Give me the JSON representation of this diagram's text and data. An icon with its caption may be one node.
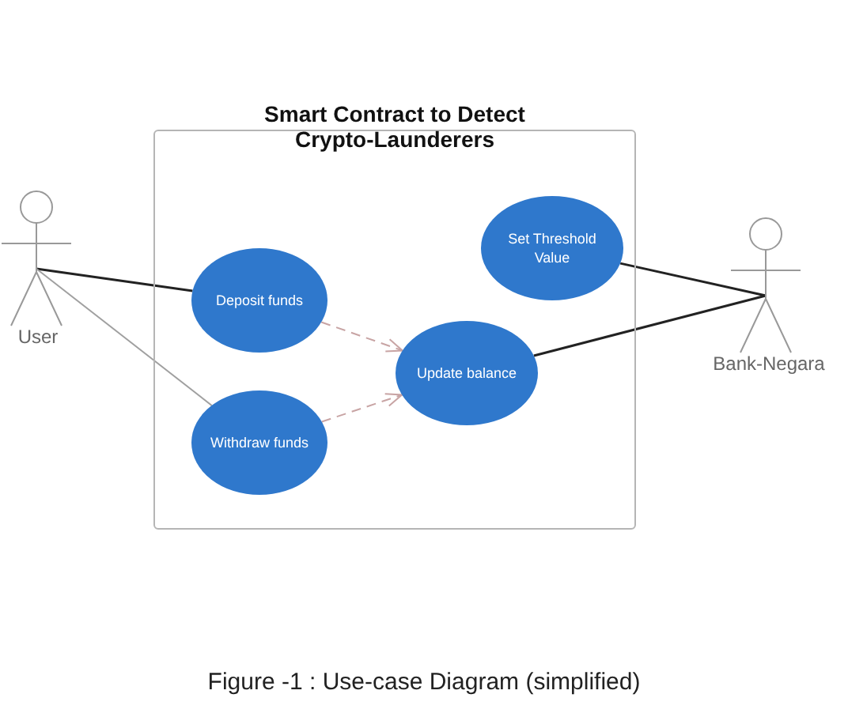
{
  "diagram": {
    "caption": "Figure -1 : Use-case Diagram (simplified)",
    "nodes": [
      {
        "text": [
          "Smart Contract to Detect Crypto-Launderers"
        ]
      },
      {
        "text": [
          "User"
        ]
      },
      {
        "text": [
          "Deposit funds"
        ],
        "in": 0
      },
      {
        "text": [
          "Withdraw funds"
        ],
        "in": 0
      },
      {
        "text": [
          "Set Threshold Value"
        ],
        "in": 0
      },
      {
        "text": [
          "Update balance"
        ],
        "in": 0
      },
      {
        "text": [
          "Bank-Negara"
        ]
      }
    ],
    "edges": [
      {
        "from": 1,
        "to": 2,
        "arrow": "none"
      },
      {
        "from": 1,
        "to": 3,
        "arrow": "none",
        "color": "#a0a0a0"
      },
      {
        "from": 2,
        "to": 5,
        "arrow": "to",
        "style": "dashed",
        "color": "#c8a4a4"
      },
      {
        "from": 3,
        "to": 5,
        "arrow": "to",
        "style": "dashed",
        "color": "#c8a4a4"
      },
      {
        "from": 4,
        "to": 6,
        "arrow": "none"
      },
      {
        "from": 5,
        "to": 6,
        "arrow": "none"
      }
    ]
  }
}
